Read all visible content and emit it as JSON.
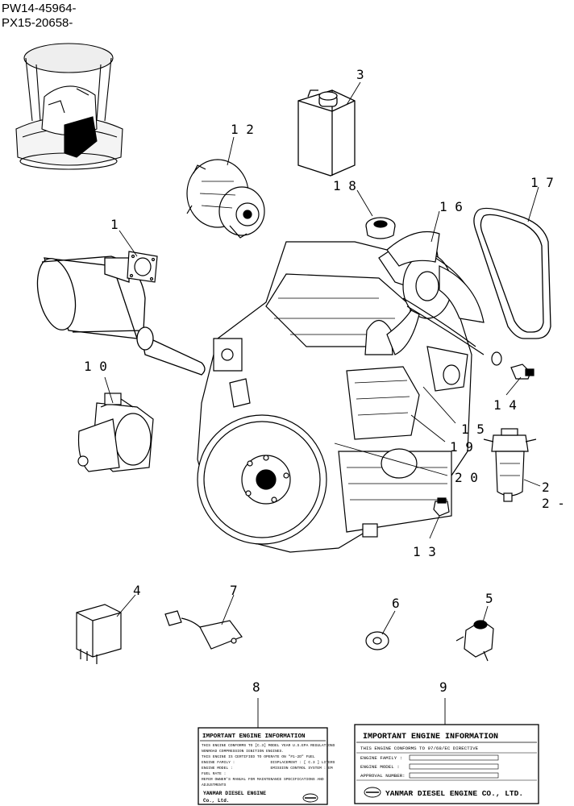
{
  "header": {
    "serial_line_1": "PW14-45964-",
    "serial_line_2": "PX15-20658-"
  },
  "callouts": {
    "c1": "1",
    "c2": "2",
    "c2_dash": "2 -",
    "c3": "3",
    "c4": "4",
    "c5": "5",
    "c6": "6",
    "c7": "7",
    "c8": "8",
    "c9": "9",
    "c10": "1 0",
    "c12": "1 2",
    "c13": "1 3",
    "c14": "1 4",
    "c15": "1 5",
    "c16": "1 6",
    "c17": "1 7",
    "c18": "1 8",
    "c19": "1 9",
    "c20": "2 0"
  },
  "label_8": {
    "title": "IMPORTANT ENGINE INFORMATION",
    "lines": [
      "THIS ENGINE CONFORMS TO [C.3] MODEL YEAR U.S.EPA REGULATIONS",
      "NONROAD COMPRESSION IGNITION ENGINES.",
      "THIS ENGINE IS CERTIFIED TO OPERATE ON \"#1-2D\" FUEL",
      "ENGINE FAMILY :                DISPLACEMENT : [ C.3 ] LITERS",
      "ENGINE MODEL :                 EMISSION CONTROL SYSTEM : EM",
      "FUEL RATE :                    ",
      "REFER OWNER'S MANUAL FOR MAINTENANCE SPECIFICATIONS AND",
      "ADJUSTMENTS"
    ],
    "footer": "YANMAR DIESEL ENGINE",
    "footer_2": "Co., Ltd."
  },
  "label_9": {
    "title": "IMPORTANT ENGINE INFORMATION",
    "line_1": "THIS ENGINE CONFORMS TO 97/68/EC DIRECTIVE",
    "field_1": "ENGINE FAMILY :",
    "field_2": "ENGINE MODEL :",
    "field_3": "APPROVAL NUMBER:",
    "footer": "YANMAR DIESEL ENGINE CO., LTD."
  }
}
